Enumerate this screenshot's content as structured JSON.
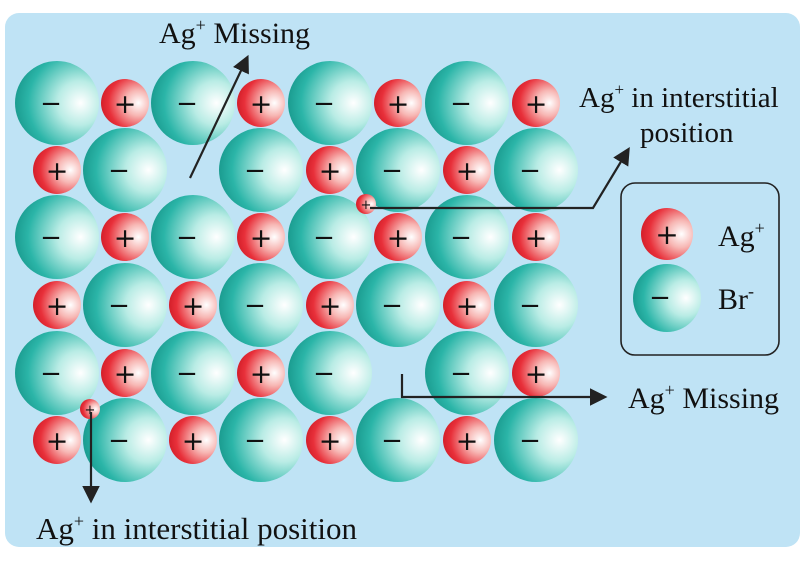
{
  "colors": {
    "background": "#bfe3f5",
    "cation": "#e8303a",
    "anion": "#2bb5a8",
    "arrow": "#222222"
  },
  "ions": {
    "cation_symbol": "+",
    "anion_symbol": "−"
  },
  "labels": {
    "top_missing": {
      "base": "Ag",
      "sup": "+",
      "rest": " Missing"
    },
    "interstitial_right_line1": {
      "base": "Ag",
      "sup": "+",
      "rest": " in interstitial"
    },
    "interstitial_right_line2": "position",
    "bottom_missing": {
      "base": "Ag",
      "sup": "+",
      "rest": " Missing"
    },
    "interstitial_bottom": {
      "base": "Ag",
      "sup": "+",
      "rest": " in interstitial position"
    }
  },
  "legend": {
    "cation_label": {
      "base": "Ag",
      "sup": "+"
    },
    "anion_label": {
      "base": "Br",
      "sup": "-"
    }
  }
}
